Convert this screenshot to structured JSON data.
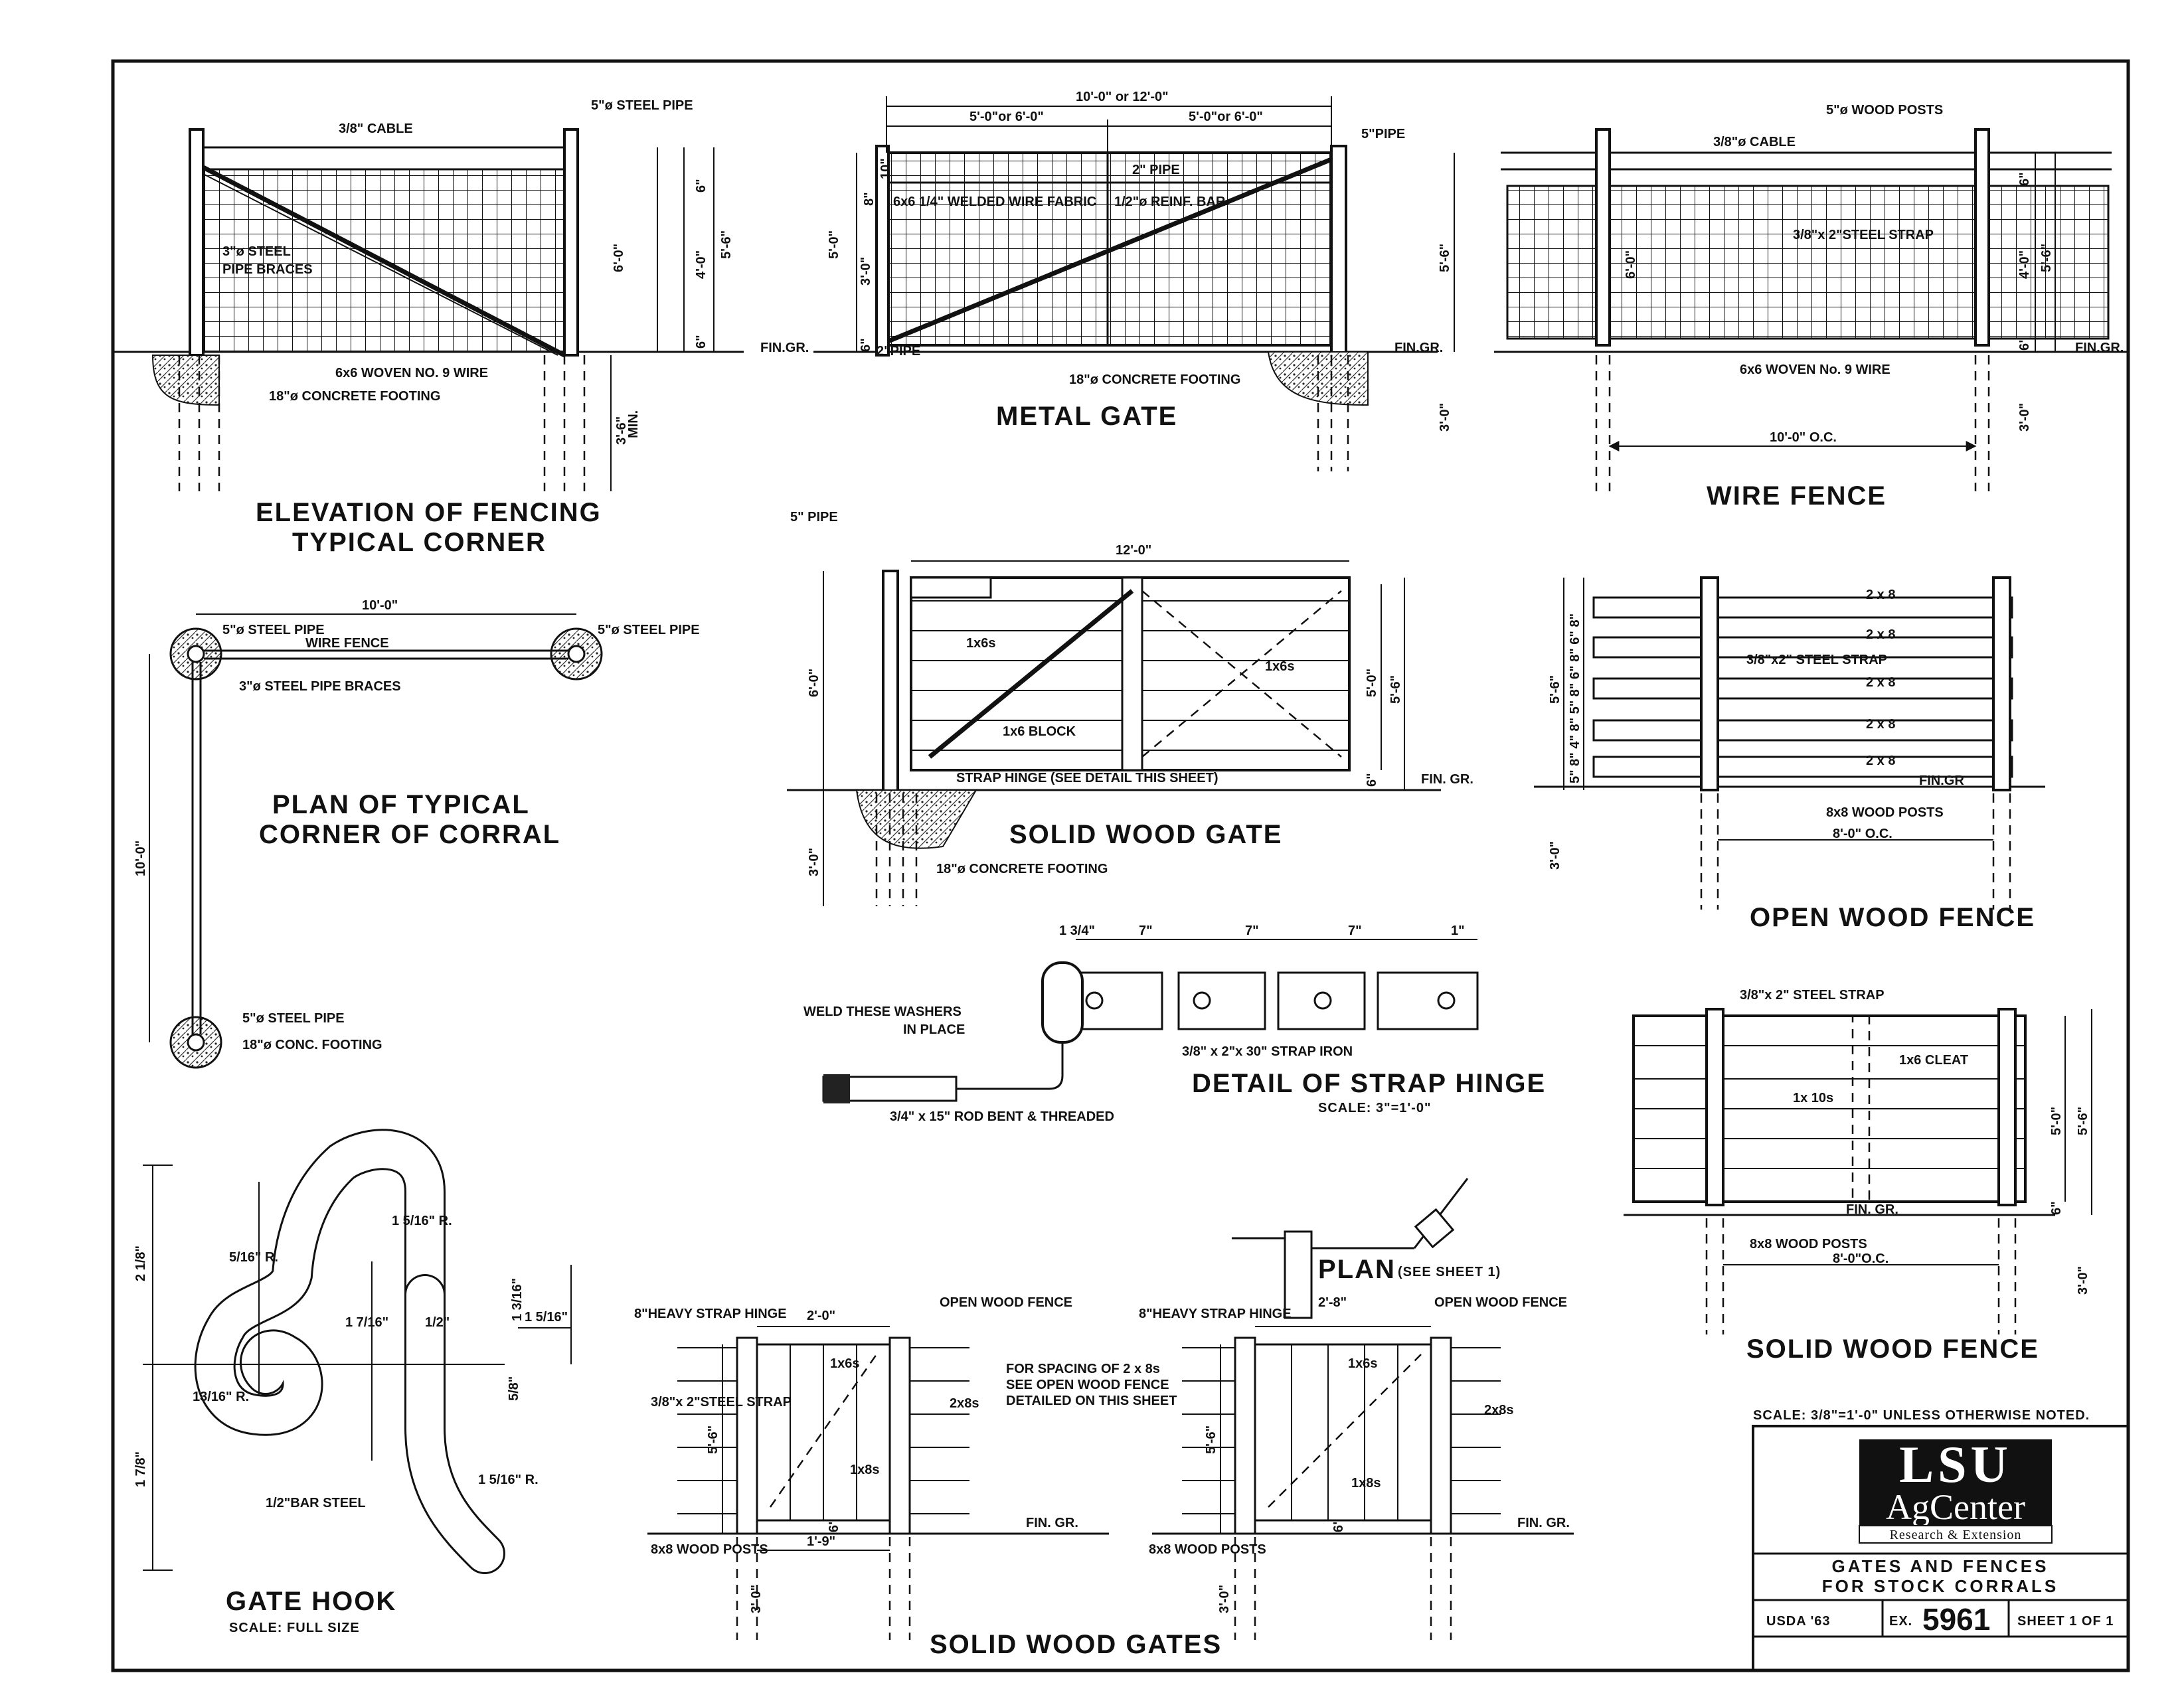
{
  "sheet": {
    "scale_note": "SCALE: 3/8\"=1'-0\" UNLESS OTHERWISE NOTED.",
    "title_line1": "GATES AND FENCES",
    "title_line2": "FOR STOCK CORRALS",
    "usda": "USDA '63",
    "ex_prefix": "EX.",
    "ex_number": "5961",
    "sheet_no": "SHEET 1 OF 1",
    "logo_top": "LSU",
    "logo_mid": "AgCenter",
    "logo_bottom": "Research & Extension"
  },
  "corner_elev": {
    "title1": "ELEVATION OF FENCING",
    "title2": "TYPICAL CORNER",
    "cable": "3/8\" CABLE",
    "steel_pipe": "5\"ø STEEL PIPE",
    "braces1": "3\"ø STEEL",
    "braces2": "PIPE BRACES",
    "wire": "6x6 WOVEN NO. 9 WIRE",
    "footing": "18\"ø CONCRETE FOOTING",
    "fin_gr": "FIN.GR.",
    "d_6a": "6\"",
    "d_40": "4'-0\"",
    "d_6b": "6\"",
    "d_56": "5'-6\"",
    "d_60": "6'-0\"",
    "d_36": "3'-6\"",
    "min": "MIN."
  },
  "metal_gate": {
    "title": "METAL GATE",
    "overall": "10'-0\" or 12'-0\"",
    "half_a": "5'-0\"or 6'-0\"",
    "half_b": "5'-0\"or 6'-0\"",
    "pipe5": "5\"PIPE",
    "pipe2_top": "2\" PIPE",
    "pipe2_bot": "2\"PIPE",
    "fabric": "6x6 1/4\" WELDED WIRE FABRIC",
    "reinf": "1/2\"ø REINF. BAR",
    "footing": "18\"ø CONCRETE FOOTING",
    "fin_gr": "FIN.GR.",
    "d_10": "10\"",
    "d_8": "8\"",
    "d_50": "5'-0\"",
    "d_30": "3'-0\"",
    "d_6": "6\"",
    "d_56": "5'-6\"",
    "d_30b": "3'-0\""
  },
  "wire_fence": {
    "title": "WIRE FENCE",
    "posts": "5\"ø WOOD POSTS",
    "cable": "3/8\"ø CABLE",
    "strap": "3/8\"x 2\"STEEL STRAP",
    "wire": "6x6 WOVEN No. 9 WIRE",
    "oc": "10'-0\" O.C.",
    "fin_gr": "FIN.GR.",
    "d_60": "6'-0\"",
    "d_6a": "6\"",
    "d_40": "4'-0\"",
    "d_56": "5'-6\"",
    "d_6b": "6\"",
    "d_30": "3'-0\""
  },
  "plan_corner": {
    "title1": "PLAN OF TYPICAL",
    "title2": "CORNER OF CORRAL",
    "dim_top": "10'-0\"",
    "dim_left": "10'-0\"",
    "pipe_a": "5\"ø STEEL PIPE",
    "pipe_b": "5\"ø STEEL PIPE",
    "wire_fence": "WIRE FENCE",
    "braces": "3\"ø STEEL PIPE BRACES",
    "pipe_c": "5\"ø STEEL PIPE",
    "footing": "18\"ø CONC. FOOTING"
  },
  "solid_gate": {
    "title": "SOLID WOOD GATE",
    "pipe5": "5\" PIPE",
    "width": "12'-0\"",
    "boards_a": "1x6s",
    "boards_b": "1x6s",
    "block": "1x6 BLOCK",
    "hinge": "STRAP HINGE (SEE DETAIL THIS SHEET)",
    "footing": "18\"ø CONCRETE FOOTING",
    "fin_gr": "FIN. GR.",
    "d_60": "6'-0\"",
    "d_50": "5'-0\"",
    "d_56": "5'-6\"",
    "d_6": "6\"",
    "d_30": "3'-0\""
  },
  "open_fence": {
    "title": "OPEN WOOD FENCE",
    "board1": "2 x 8",
    "board2": "2 x 8",
    "board3": "2 x 8",
    "board4": "2 x 8",
    "board5": "2 x 8",
    "strap": "3/8\"x2\" STEEL STRAP",
    "fin_gr": "FIN.GR",
    "posts": "8x8 WOOD POSTS",
    "oc": "8'-0\" O.C.",
    "d_56": "5'-6\"",
    "d_30": "3'-0\"",
    "d_col": "5\" 8\" 4\" 8\" 5\" 8\" 6\" 8\" 6\" 8\""
  },
  "strap_hinge": {
    "title": "DETAIL OF STRAP HINGE",
    "scale": "SCALE: 3\"=1'-0\"",
    "d1": "1 3/4\"",
    "d2": "7\"",
    "d3": "7\"",
    "d4": "7\"",
    "d5": "1\"",
    "weld1": "WELD THESE WASHERS",
    "weld2": "IN PLACE",
    "strap": "3/8\" x 2\"x 30\" STRAP IRON",
    "rod": "3/4\" x 15\" ROD BENT & THREADED"
  },
  "solid_fence": {
    "title": "SOLID WOOD FENCE",
    "strap": "3/8\"x 2\" STEEL STRAP",
    "cleat": "1x6 CLEAT",
    "boards": "1x 10s",
    "fin_gr": "FIN. GR.",
    "posts": "8x8 WOOD POSTS",
    "oc": "8'-0\"O.C.",
    "d_50": "5'-0\"",
    "d_56": "5'-6\"",
    "d_6": "6\"",
    "d_30": "3'-0\""
  },
  "gate_hook": {
    "title": "GATE HOOK",
    "scale": "SCALE: FULL SIZE",
    "r1": "1 5/16\" R.",
    "r2": "5/16\" R.",
    "r3": "13/16\" R.",
    "r4": "1 5/16\" R.",
    "d_a": "1 7/16\"",
    "d_b": "1/2\"",
    "d_c": "1 3/16\"",
    "d_d": "1 5/16\"",
    "d_e": "5/8\"",
    "d_f": "2 1/8\"",
    "d_g": "1 7/8\"",
    "bar": "1/2\"BAR STEEL"
  },
  "solid_gates": {
    "title": "SOLID WOOD GATES",
    "plan": "PLAN",
    "plan_note": "(SEE SHEET 1)",
    "hinge_a": "8\"HEAVY STRAP HINGE",
    "hinge_b": "8\"HEAVY STRAP HINGE",
    "w_a": "2'-0\"",
    "w_b": "2'-8\"",
    "open_a": "OPEN WOOD FENCE",
    "open_b": "OPEN WOOD FENCE",
    "note1": "FOR SPACING OF 2 x 8s",
    "note2": "SEE OPEN WOOD FENCE",
    "note3": "DETAILED ON THIS SHEET",
    "strap": "3/8\"x 2\"STEEL STRAP",
    "b1x6a": "1x6s",
    "b1x6b": "1x6s",
    "b2x8a": "2x8s",
    "b2x8b": "2x8s",
    "b1x8a": "1x8s",
    "b1x8b": "1x8s",
    "d_56a": "5'-6\"",
    "d_56b": "5'-6\"",
    "d_6a": "6\"",
    "d_6b": "6\"",
    "d_19": "1'-9\"",
    "fin_a": "FIN. GR.",
    "fin_b": "FIN. GR.",
    "posts_a": "8x8 WOOD POSTS",
    "posts_b": "8x8 WOOD POSTS",
    "d_30a": "3'-0\"",
    "d_30b": "3'-0\""
  }
}
